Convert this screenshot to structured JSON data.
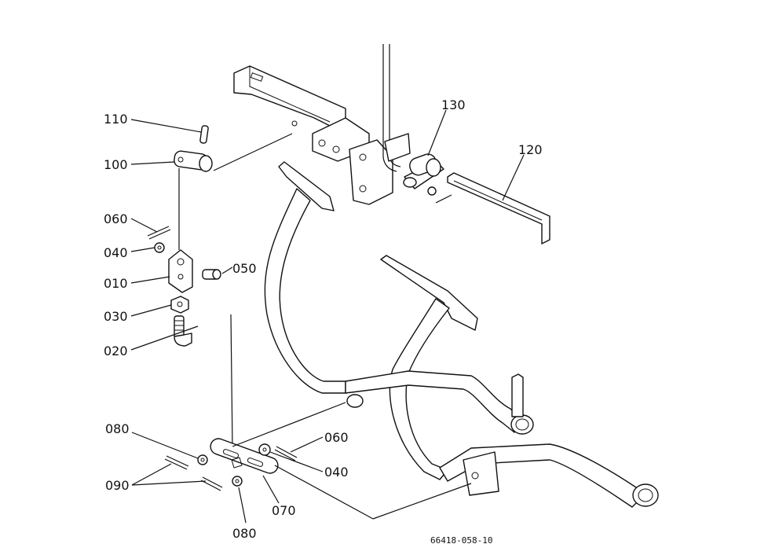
{
  "diagram": {
    "drawing_number": "66418-058-10",
    "callouts": [
      "110",
      "100",
      "060",
      "040",
      "010",
      "050",
      "030",
      "020",
      "130",
      "120",
      "080",
      "090",
      "060",
      "040",
      "070",
      "080"
    ]
  }
}
